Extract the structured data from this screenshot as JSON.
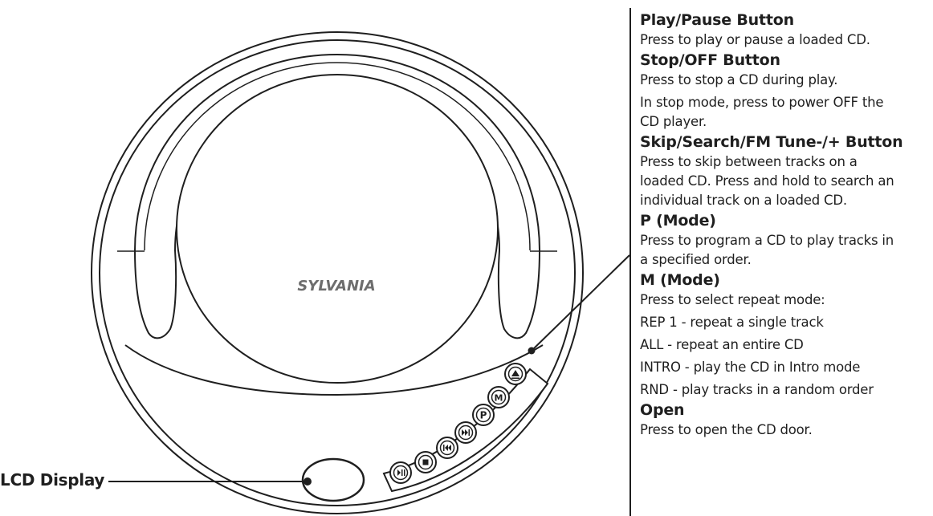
{
  "device": {
    "brand": "SYLVANIA",
    "buttons": [
      {
        "id": "play-pause",
        "icon": "play-pause-icon",
        "glyph": "▶︎‖"
      },
      {
        "id": "stop",
        "icon": "stop-icon",
        "glyph": "■"
      },
      {
        "id": "skip-back",
        "icon": "skip-back-icon",
        "glyph": "⏮"
      },
      {
        "id": "skip-forward",
        "icon": "skip-forward-icon",
        "glyph": "⏭"
      },
      {
        "id": "program",
        "icon": "program-p-icon",
        "glyph": "P"
      },
      {
        "id": "mode",
        "icon": "mode-m-icon",
        "glyph": "M"
      },
      {
        "id": "open",
        "icon": "eject-icon",
        "glyph": "⏏"
      }
    ]
  },
  "lcd_label": "LCD Display",
  "sections": [
    {
      "title": "Play/Pause Button",
      "lines": [
        "Press to play or pause a loaded CD."
      ]
    },
    {
      "title": "Stop/OFF Button",
      "lines": [
        "Press to stop a CD during play.",
        "In stop mode, press to power OFF the",
        "CD player."
      ]
    },
    {
      "title": "Skip/Search/FM Tune-/+ Button",
      "lines": [
        "Press to skip between tracks on a",
        "loaded CD. Press and hold to search an",
        "individual track on a loaded CD."
      ]
    },
    {
      "title": "P (Mode)",
      "lines": [
        "Press to program a CD to play tracks in",
        "a specified order."
      ]
    },
    {
      "title": "M (Mode)",
      "lines": [
        "Press to select repeat mode:",
        "REP 1 - repeat a single track",
        "ALL - repeat an entire CD",
        "INTRO - play the CD in Intro mode",
        "RND - play tracks in a random order"
      ]
    },
    {
      "title": "Open",
      "lines": [
        "Press to open the CD door."
      ]
    }
  ],
  "colors": {
    "line": "#1f1f1f",
    "brand_text": "#6d6d6d"
  }
}
